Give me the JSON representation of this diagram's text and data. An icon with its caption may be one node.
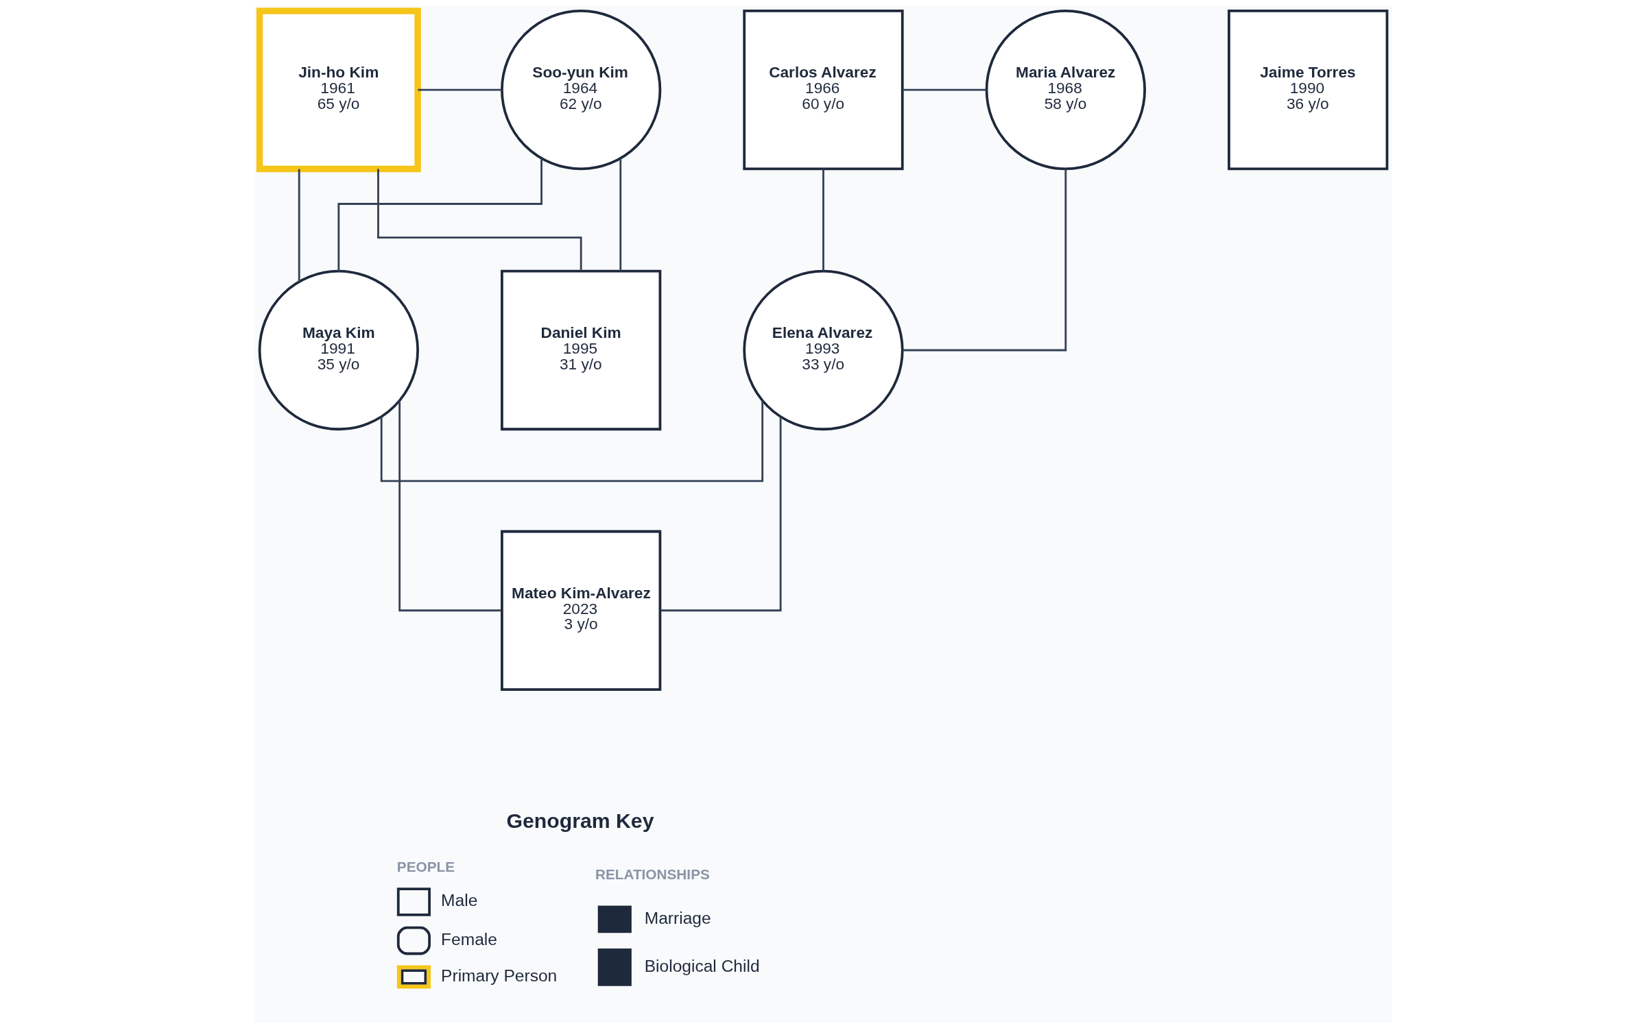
{
  "diagram": {
    "nodes": [
      {
        "text": [
          "Jin-ho Kim",
          "1961",
          "65 y/o"
        ]
      },
      {
        "text": [
          "Soo-yun Kim",
          "1964",
          "62 y/o"
        ]
      },
      {
        "text": [
          "Carlos Alvarez",
          "1966",
          "60 y/o"
        ]
      },
      {
        "text": [
          "Maria Alvarez",
          "1968",
          "58 y/o"
        ]
      },
      {
        "text": [
          "Jaime Torres",
          "1990",
          "36 y/o"
        ]
      },
      {
        "text": [
          "Maya Kim",
          "1991",
          "35 y/o"
        ]
      },
      {
        "text": [
          "Daniel Kim",
          "1995",
          "31 y/o"
        ]
      },
      {
        "text": [
          "Elena Alvarez",
          "1993",
          "33 y/o"
        ]
      },
      {
        "text": [
          "Mateo Kim-Alvarez",
          "2023",
          "3 y/o"
        ]
      }
    ],
    "edges": [
      {
        "from": 0,
        "to": 1,
        "arrow": "none"
      },
      {
        "from": 2,
        "to": 3,
        "arrow": "none"
      },
      {
        "from": 0,
        "to": 5,
        "arrow": "none"
      },
      {
        "from": 1,
        "to": 5,
        "arrow": "none"
      },
      {
        "from": 0,
        "to": 6,
        "arrow": "none"
      },
      {
        "from": 1,
        "to": 6,
        "arrow": "none"
      },
      {
        "from": 2,
        "to": 7,
        "arrow": "none"
      },
      {
        "from": 3,
        "to": 7,
        "arrow": "none"
      },
      {
        "from": 5,
        "to": 7,
        "arrow": "none"
      },
      {
        "from": 5,
        "to": 8,
        "arrow": "none"
      },
      {
        "from": 7,
        "to": 8,
        "arrow": "none"
      }
    ],
    "labels": [
      "Genogram Key",
      "PEOPLE",
      "RELATIONSHIPS"
    ],
    "legend": [
      {
        "text": "Male"
      },
      {
        "text": "Female"
      },
      {
        "text": "Primary Person"
      },
      {
        "text": "Marriage"
      },
      {
        "text": "Biological Child"
      }
    ]
  }
}
